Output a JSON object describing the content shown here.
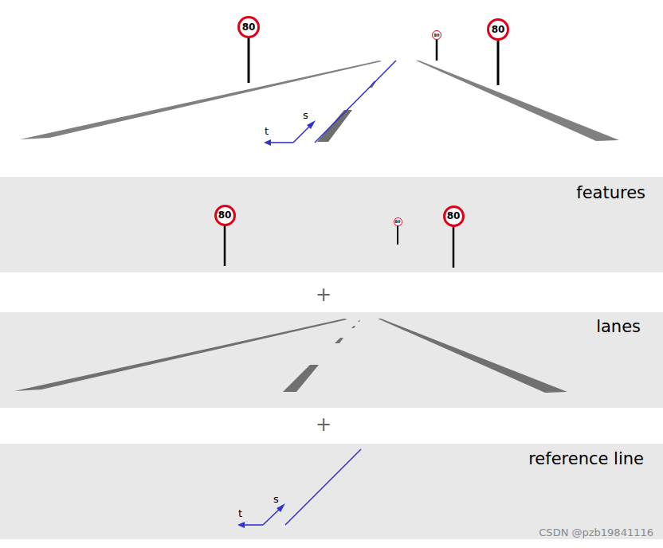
{
  "diagram": {
    "nodes": [
      {
        "text": [
          "80"
        ]
      },
      {
        "text": [
          "80"
        ]
      },
      {
        "text": [
          "80"
        ]
      },
      {
        "text": [
          "features"
        ]
      },
      {
        "text": [
          "80"
        ],
        "in": 3
      },
      {
        "text": [
          "80"
        ],
        "in": 3
      },
      {
        "text": [
          "80"
        ],
        "in": 3
      },
      {
        "text": [
          "lanes"
        ]
      },
      {
        "text": [
          "reference line"
        ]
      }
    ],
    "labels": [
      "t",
      "s",
      "+",
      "+",
      "t",
      "s",
      "CSDN @pzb19841116"
    ]
  }
}
